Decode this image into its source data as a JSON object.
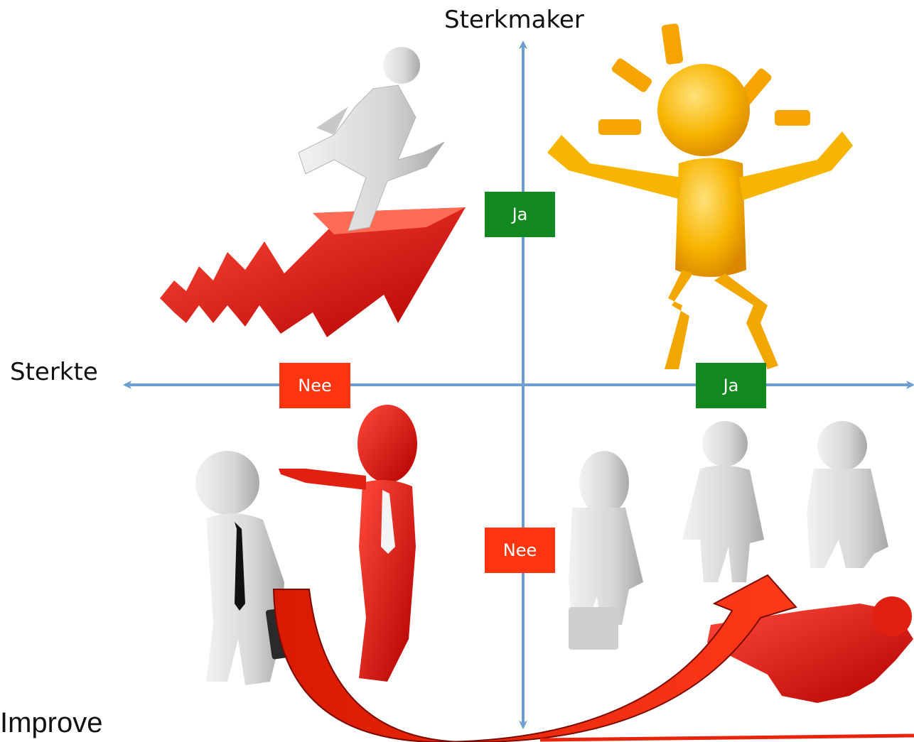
{
  "axes": {
    "vertical_label": "Sterkmaker",
    "horizontal_label": "Sterkte",
    "axis_color": "#6f9fd0"
  },
  "badges": {
    "top": "Ja",
    "bottom": "Nee",
    "left": "Nee",
    "right": "Ja",
    "green": "#12891f",
    "red": "#ff3510"
  },
  "quadrants": {
    "top_left": "running-man-on-rising-arrow-icon",
    "top_right": "happy-sun-figure-icon",
    "bottom_left": "red-figure-pointing-at-sad-businessman-icon",
    "bottom_right": "business-group-with-fallen-red-figure-icon"
  },
  "transition_arrow": {
    "color": "#e8240c",
    "from": "bottom_left",
    "to": "bottom_right"
  },
  "footer": {
    "text": "Improve"
  }
}
